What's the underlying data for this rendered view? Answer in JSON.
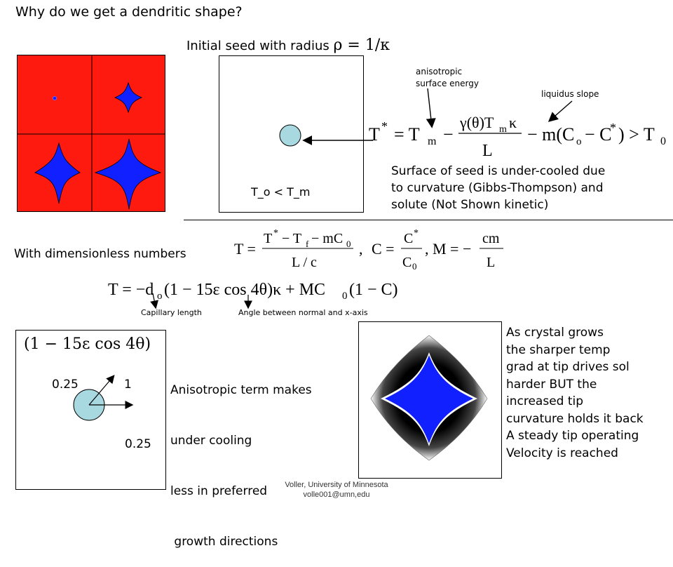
{
  "title": "Why do we get a dendritic shape?",
  "seed": {
    "heading": "Initial seed with radius",
    "radius_formula": "ρ = 1/κ",
    "condition": "T_o < T_m"
  },
  "annotations": {
    "anisotropic": [
      "anisotropic",
      "surface energy"
    ],
    "liquidus": "liquidus slope"
  },
  "gibbs_formula": "T* = Tm − γ(θ)Tm κ / L − m(Co − C*) > T0",
  "surface_text": [
    "Surface of seed is under-cooled due",
    "to curvature (Gibbs-Thompson) and",
    "solute (Not Shown kinetic)"
  ],
  "dimensionless": {
    "label": "With dimensionless numbers",
    "defs": "T = (T* − Tf − mC0)/(L/c),  C = C*/C0,  M = −cm/L",
    "equation": "T = −do(1−15ε cos 4θ)κ + MC0(1−C)",
    "capillary": "Capillary length",
    "angle": "Angle between normal and x-axis"
  },
  "aniso_box": {
    "formula": "(1 − 15ε cos 4θ)",
    "label_left": "0.25",
    "label_right": "1",
    "label_bottom": "0.25"
  },
  "aniso_text": [
    "Anisotropic term makes",
    "under cooling",
    "less in preferred",
    " growth directions"
  ],
  "crystal_text": [
    "As crystal grows",
    "the sharper temp",
    "grad at tip drives sol",
    "harder BUT the",
    "increased tip",
    "curvature holds it back",
    "A steady tip operating",
    "Velocity is reached"
  ],
  "footer": [
    "Voller, University of Minnesota",
    "volle001@umn,edu"
  ],
  "colors": {
    "red": "#ff1a10",
    "blue": "#1020ff",
    "seed": "#a8d8e0"
  }
}
